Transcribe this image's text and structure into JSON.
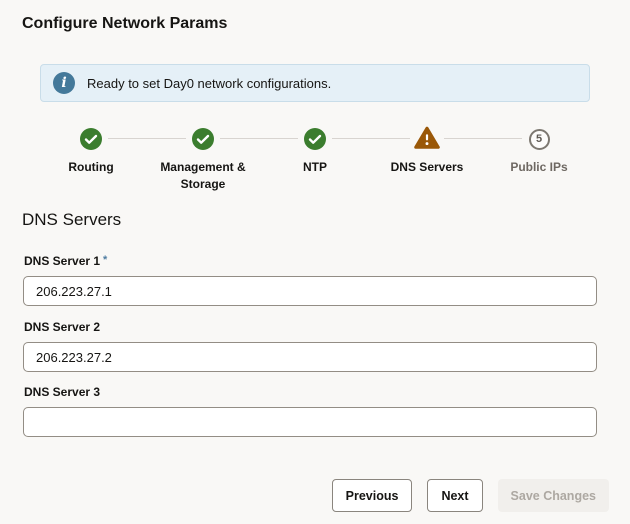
{
  "header": {
    "title": "Configure Network Params"
  },
  "banner": {
    "icon": "info-icon",
    "message": "Ready to set Day0 network configurations."
  },
  "stepper": {
    "steps": [
      {
        "label": "Routing",
        "state": "complete",
        "icon": "check-icon"
      },
      {
        "label": "Management & Storage",
        "state": "complete",
        "icon": "check-icon"
      },
      {
        "label": "NTP",
        "state": "complete",
        "icon": "check-icon"
      },
      {
        "label": "DNS Servers",
        "state": "warning",
        "icon": "warning-icon"
      },
      {
        "label": "Public IPs",
        "state": "upcoming",
        "number": "5"
      }
    ]
  },
  "section": {
    "title": "DNS Servers"
  },
  "form": {
    "required_indicator": "*",
    "fields": [
      {
        "label": "DNS Server 1",
        "required": true,
        "value": "206.223.27.1"
      },
      {
        "label": "DNS Server 2",
        "required": false,
        "value": "206.223.27.2"
      },
      {
        "label": "DNS Server 3",
        "required": false,
        "value": ""
      }
    ]
  },
  "actions": {
    "previous_label": "Previous",
    "next_label": "Next",
    "save_label": "Save Changes",
    "save_disabled": true
  },
  "colors": {
    "page_background": "#f9f8f6",
    "text": "#161513",
    "banner_background": "#e5f0f7",
    "info_icon": "#44799a",
    "success": "#3b7d2e",
    "warning": "#9a5808",
    "required_asterisk": "#4e7ca1"
  }
}
